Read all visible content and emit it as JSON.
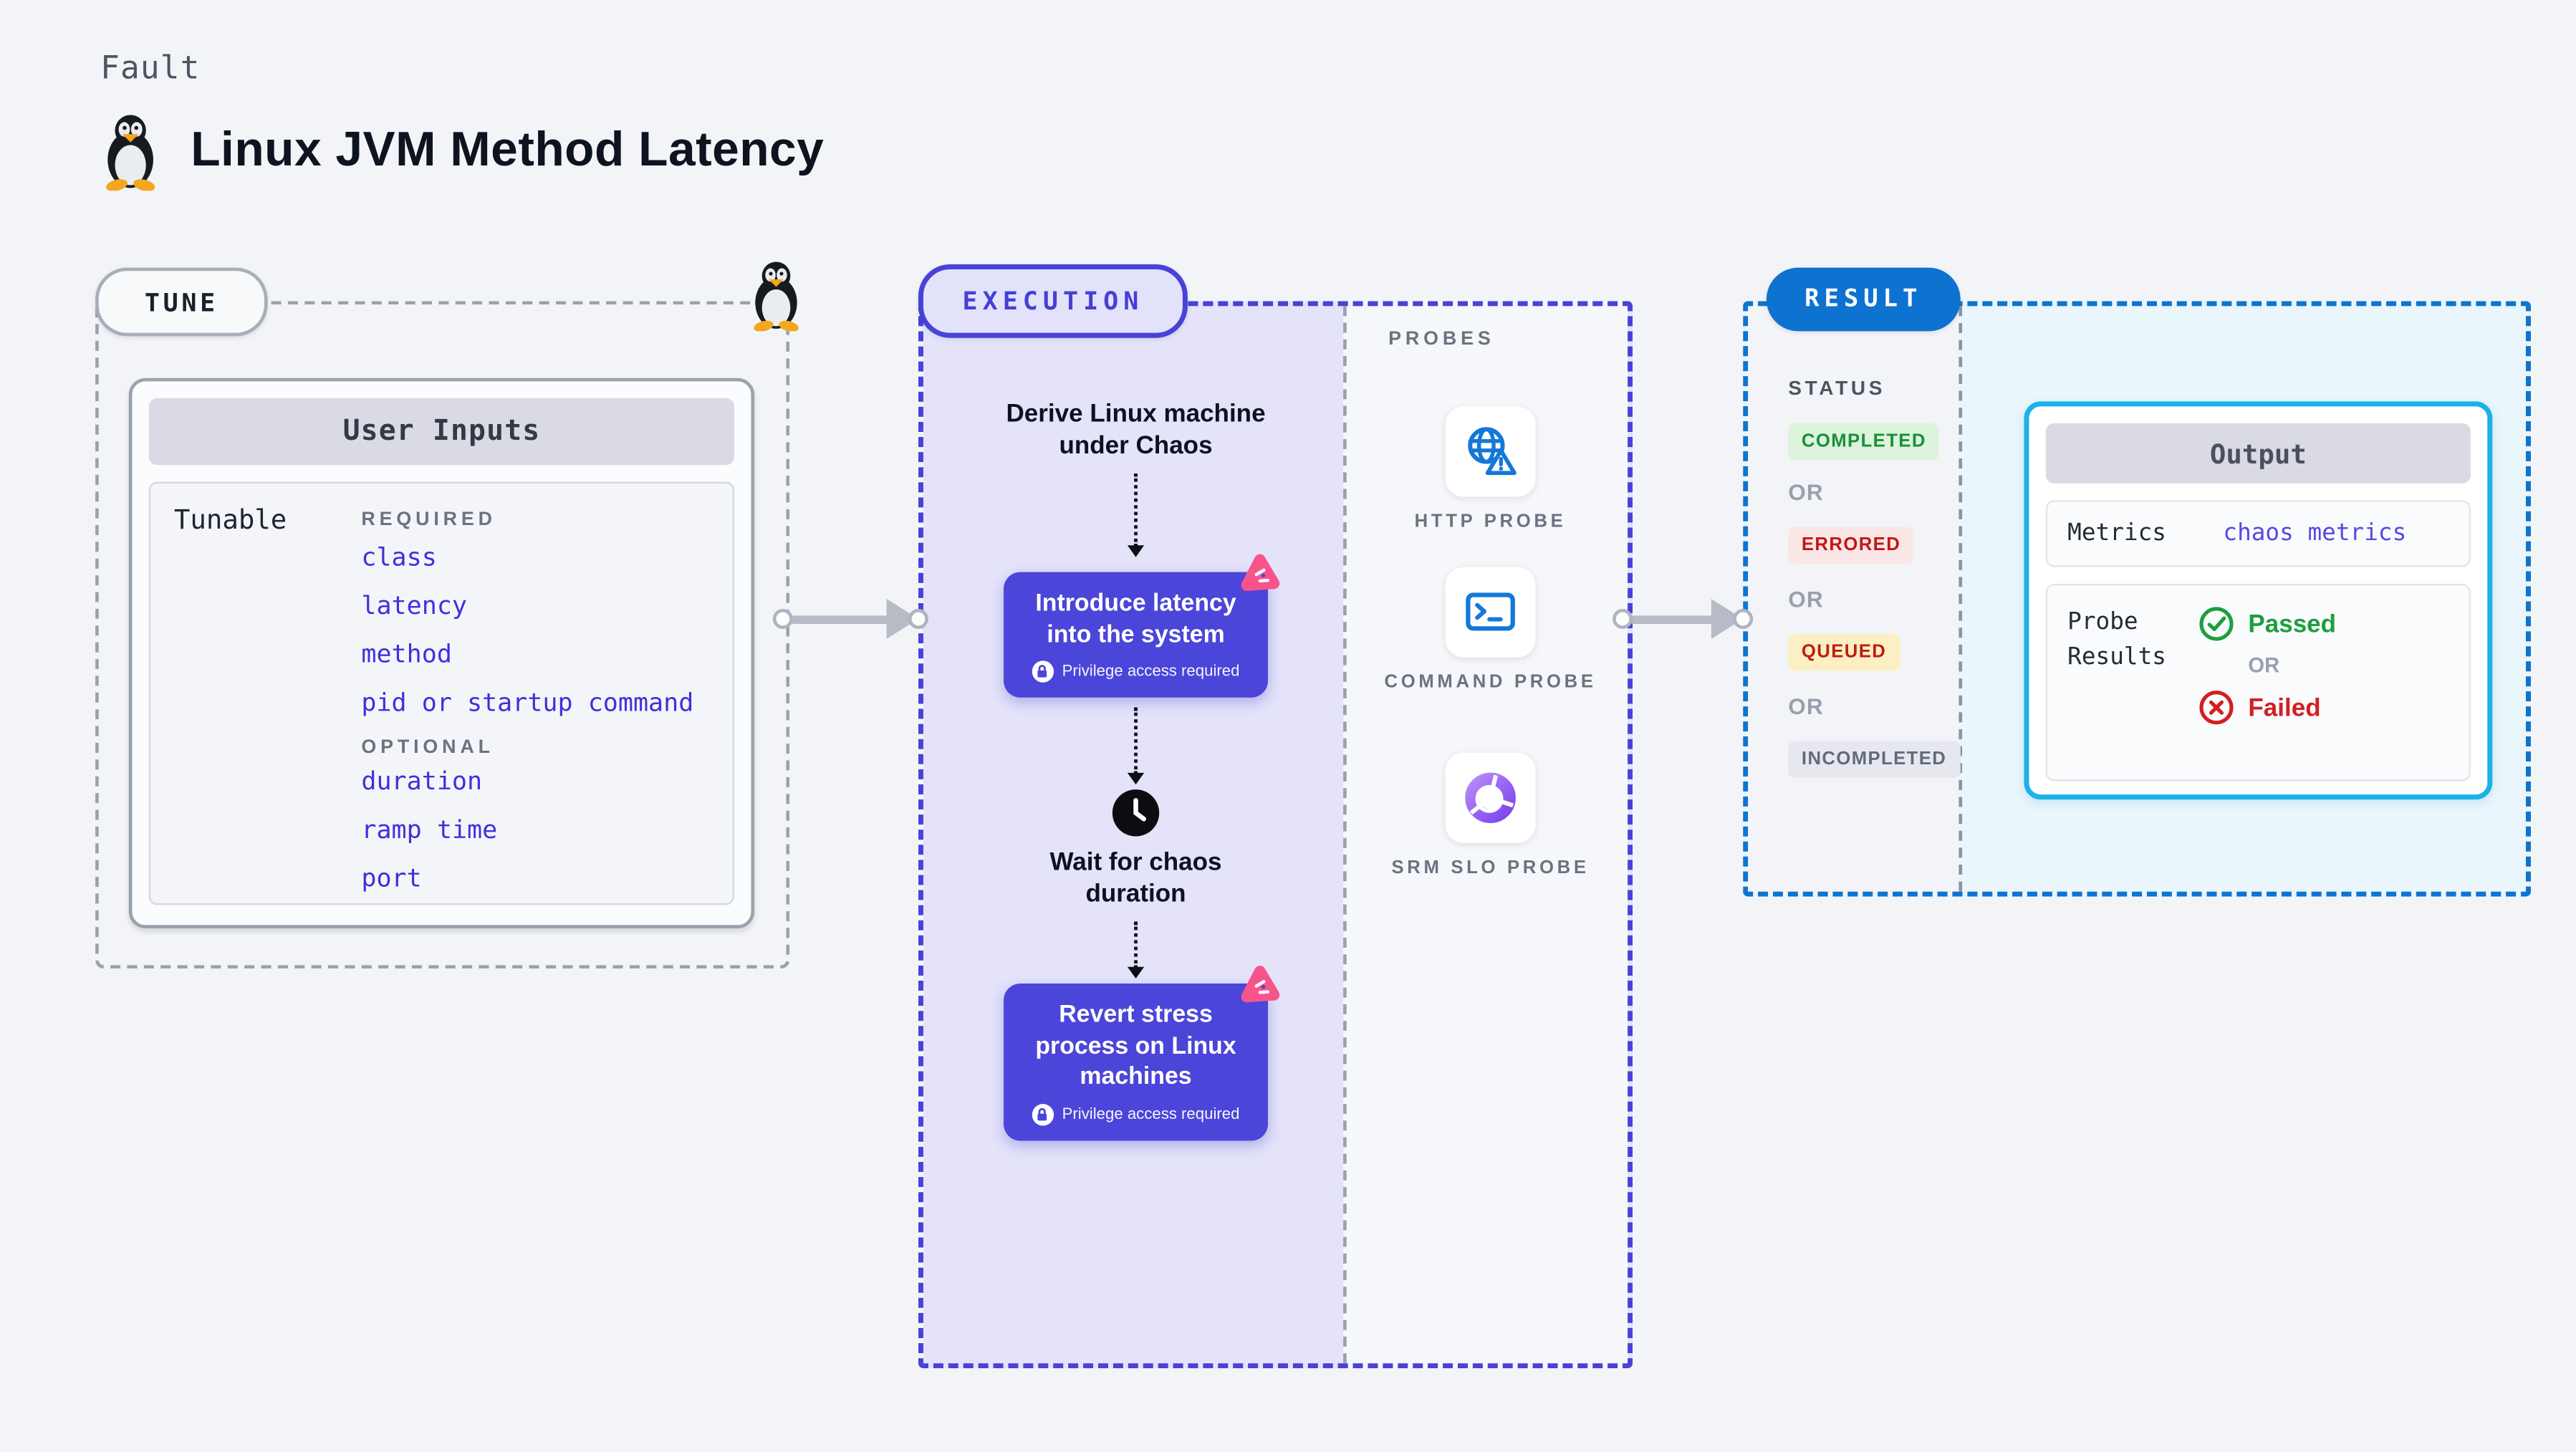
{
  "header": {
    "kicker": "Fault",
    "title": "Linux JVM Method Latency",
    "icon": "linux-tux-penguin"
  },
  "tune": {
    "label": "TUNE",
    "card_title": "User Inputs",
    "row_label": "Tunable",
    "required_label": "REQUIRED",
    "required_items": [
      "class",
      "latency",
      "method",
      "pid or startup command"
    ],
    "optional_label": "OPTIONAL",
    "optional_items": [
      "duration",
      "ramp time",
      "port"
    ]
  },
  "execution": {
    "label": "EXECUTION",
    "start_text": "Derive Linux machine under Chaos",
    "step1": {
      "text": "Introduce latency into the system",
      "badge": "Privilege access required",
      "icon": "litmus-chaos-icon"
    },
    "wait_text": "Wait for chaos duration",
    "step2": {
      "text": "Revert stress process on Linux machines",
      "badge": "Privilege access required",
      "icon": "litmus-chaos-icon"
    }
  },
  "probes": {
    "label": "PROBES",
    "items": [
      {
        "label": "HTTP PROBE",
        "icon": "globe-alert-icon"
      },
      {
        "label": "COMMAND PROBE",
        "icon": "terminal-icon"
      },
      {
        "label": "SRM SLO PROBE",
        "icon": "slo-donut-check-icon"
      }
    ]
  },
  "result": {
    "label": "RESULT",
    "status_label": "STATUS",
    "or_label": "OR",
    "statuses": [
      {
        "label": "COMPLETED"
      },
      {
        "label": "ERRORED"
      },
      {
        "label": "QUEUED"
      },
      {
        "label": "INCOMPLETED"
      }
    ],
    "output": {
      "title": "Output",
      "metrics_label": "Metrics",
      "metrics_value": "chaos metrics",
      "probe_results_label": "Probe Results",
      "passed_label": "Passed",
      "failed_label": "Failed"
    }
  },
  "colors": {
    "page_bg": "#f3f4f8",
    "node_indigo": "#4b45d9",
    "execution_lavender": "#e4e3fa",
    "execution_border": "#4842d8",
    "result_blue": "#0e72d0",
    "output_cyan_border": "#1ab2e8",
    "result_cyan_fill": "#e9f6fc",
    "chaos_pink": "#f7548c",
    "tunable_link": "#3f30dc",
    "passed_green": "#1e9e3e",
    "failed_red": "#d21f1f",
    "queued_yellow": "#fcefc3",
    "completed_green_bg": "#dcf3dc"
  }
}
